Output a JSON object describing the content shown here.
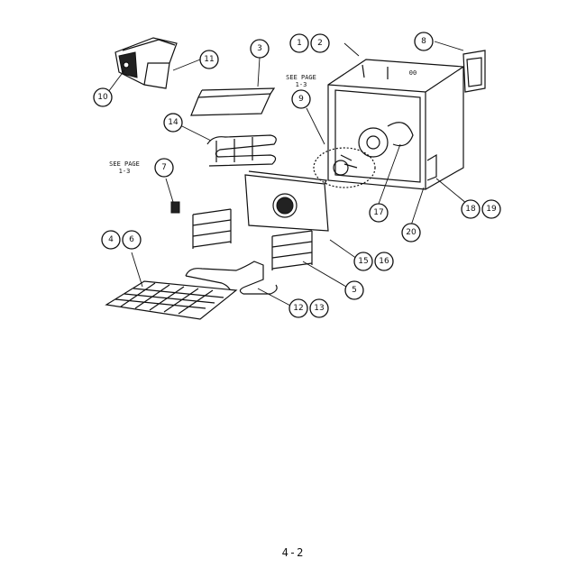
{
  "callouts": [
    {
      "label": "1"
    },
    {
      "label": "2"
    },
    {
      "label": "3"
    },
    {
      "label": "4"
    },
    {
      "label": "6"
    },
    {
      "label": "5"
    },
    {
      "label": "7"
    },
    {
      "label": "8"
    },
    {
      "label": "9"
    },
    {
      "label": "10"
    },
    {
      "label": "11"
    },
    {
      "label": "12"
    },
    {
      "label": "13"
    },
    {
      "label": "14"
    },
    {
      "label": "15"
    },
    {
      "label": "16"
    },
    {
      "label": "17"
    },
    {
      "label": "18"
    },
    {
      "label": "19"
    },
    {
      "label": "20"
    }
  ],
  "notes": {
    "see_page_1": {
      "line1": "SEE PAGE",
      "line2": "1-3"
    },
    "see_page_2": {
      "line1": "SEE PAGE",
      "line2": "1-3"
    }
  },
  "page_number": "4-2"
}
